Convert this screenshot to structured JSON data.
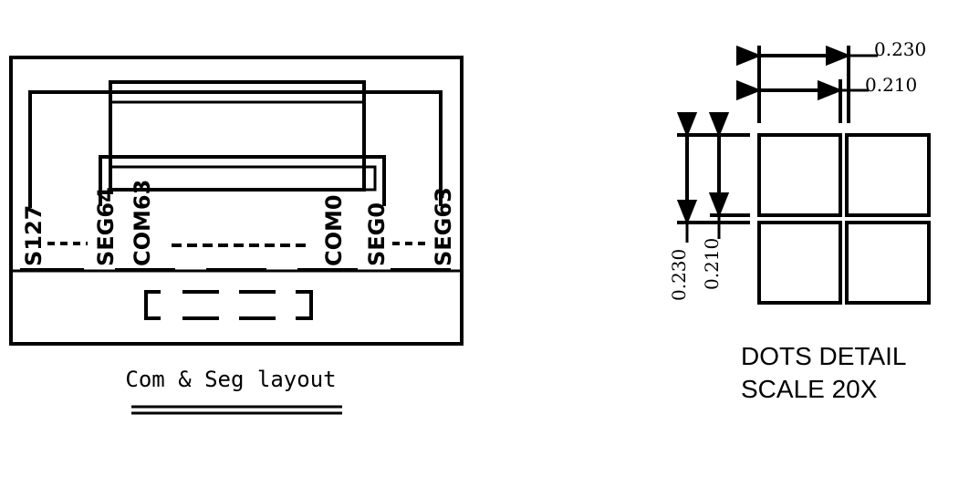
{
  "layout_diagram": {
    "pin_labels": {
      "s127": "S127",
      "seg64": "SEG64",
      "com63": "COM63",
      "com0": "COM0",
      "seg0": "SEG0",
      "seg63": "SEG63"
    },
    "caption": "Com & Seg layout"
  },
  "dots_detail": {
    "dims": {
      "pitch_horizontal": "0.230",
      "dot_width": "0.210",
      "pitch_vertical": "0.230",
      "dot_height": "0.210"
    },
    "title_line1": "DOTS DETAIL",
    "title_line2": "SCALE 20X"
  }
}
